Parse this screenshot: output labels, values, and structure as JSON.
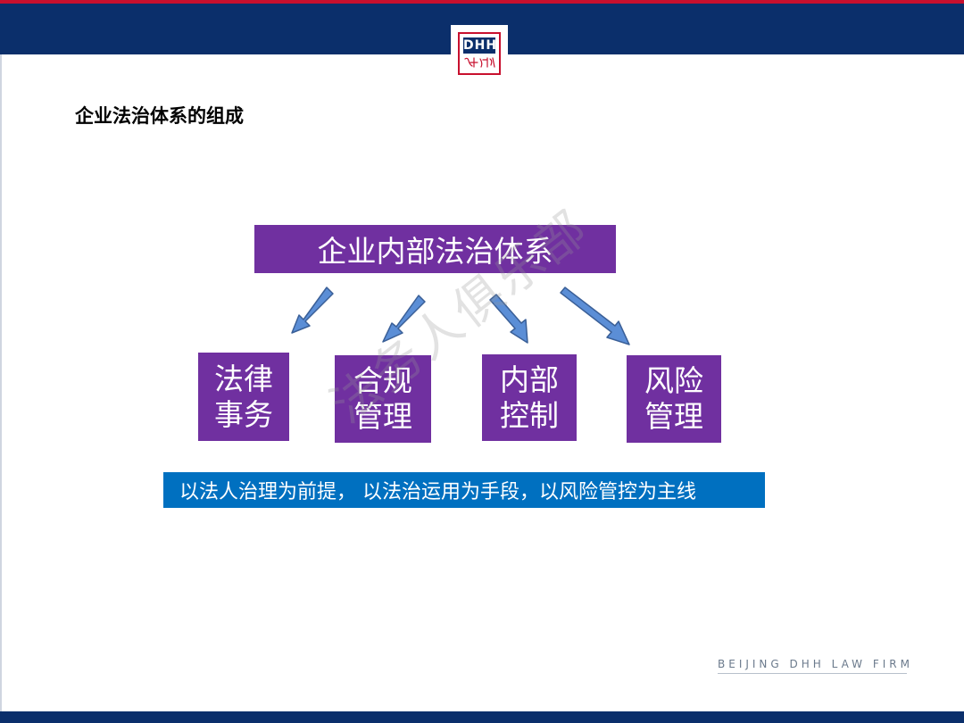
{
  "logo": {
    "mark": "DHH",
    "seal_text": "德和衡"
  },
  "page_title": "企业法治体系的组成",
  "diagram": {
    "root": "企业内部法治体系",
    "children": [
      {
        "line1": "法律",
        "line2": "事务"
      },
      {
        "line1": "合规",
        "line2": "管理"
      },
      {
        "line1": "内部",
        "line2": "控制"
      },
      {
        "line1": "风险",
        "line2": "管理"
      }
    ],
    "arrow_color": "#5b8ed6",
    "box_color": "#7030a0"
  },
  "slogan": "以法人治理为前提， 以法治运用为手段，以风险管控为主线",
  "watermark": "法务人俱乐部",
  "footer": "BEIJING DHH LAW FIRM",
  "colors": {
    "navy": "#0b2f6b",
    "red": "#c8102e",
    "purple": "#7030a0",
    "blue": "#0070c0"
  }
}
